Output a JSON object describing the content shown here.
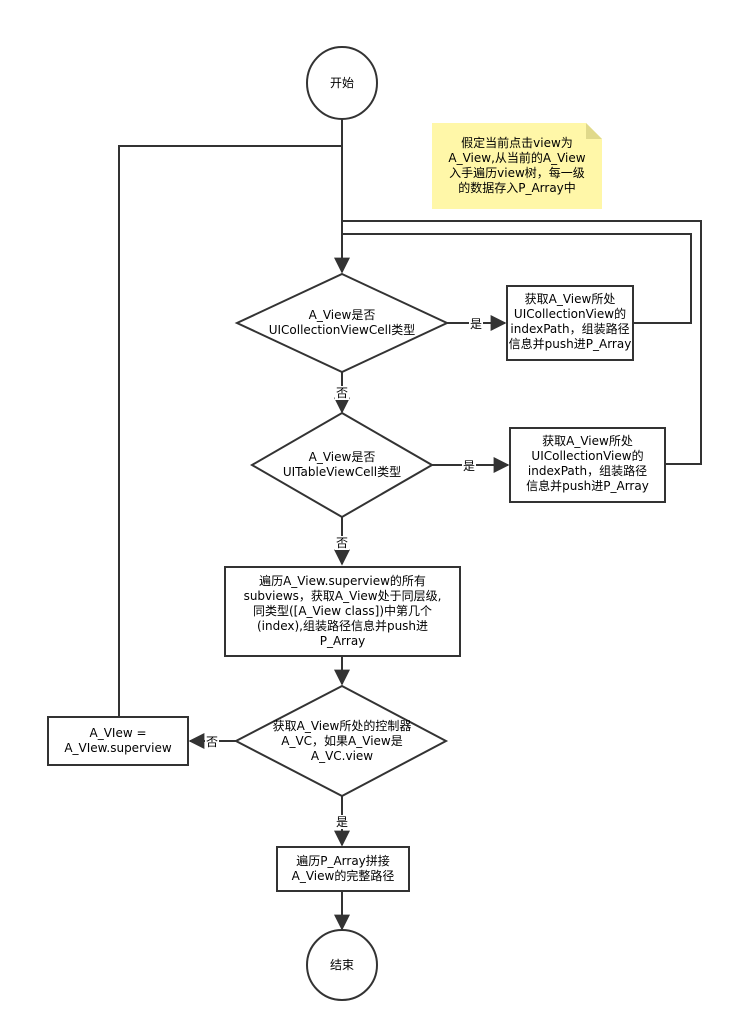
{
  "nodes": {
    "start": "开始",
    "note": "假定当前点击view为\nA_View,从当前的A_View\n入手遍历view树，每一级\n的数据存入P_Array中",
    "decision_cv": "A_View是否\nUICollectionViewCell类型",
    "action_cv": "获取A_View所处\nUICollectionView的\nindexPath，组装路径\n信息并push进P_Array",
    "decision_tv": "A_View是否\nUITableViewCell类型",
    "action_tv": "获取A_View所处\nUICollectionView的\nindexPath，组装路径\n信息并push进P_Array",
    "traverse": "遍历A_View.superview的所有\nsubviews，获取A_View处于同层级,\n同类型([A_View class])中第几个\n(index),组装路径信息并push进\nP_Array",
    "decision_vc": "获取A_View所处的控制器\nA_VC，如果A_View是\nA_VC.view",
    "assign": "A_VIew =\nA_VIew.superview",
    "concat": "遍历P_Array拼接\nA_View的完整路径",
    "end": "结束"
  },
  "edges": {
    "cv_yes": "是",
    "cv_no": "否",
    "tv_yes": "是",
    "tv_no": "否",
    "vc_no": "否",
    "vc_yes": "是"
  },
  "colors": {
    "stroke": "#333333",
    "note_fill": "#fff7a8",
    "note_fold": "#e0d98a"
  }
}
